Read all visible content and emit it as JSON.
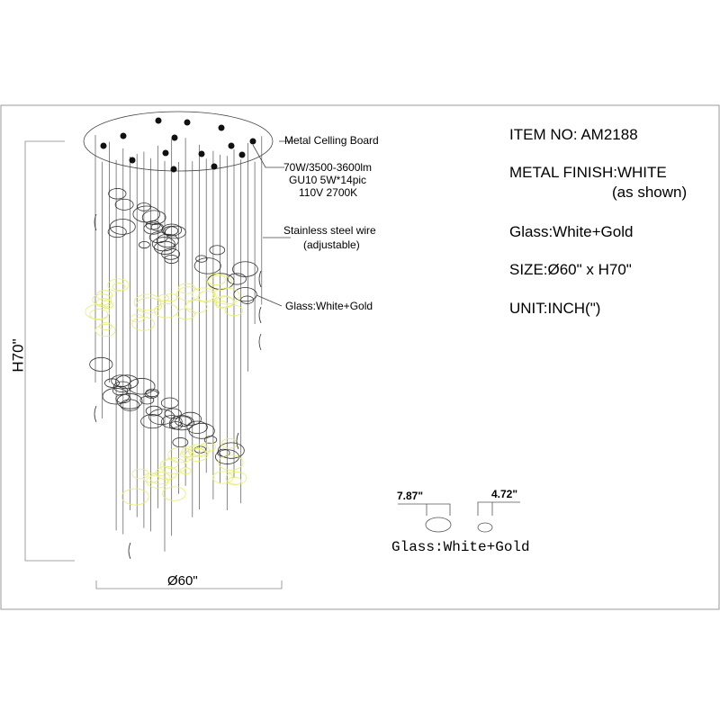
{
  "callouts": {
    "ceiling_board": "Metal Celling Board",
    "power_line1": "70W/3500-3600lm",
    "power_line2": "GU10 5W*14pic",
    "power_line3": "110V 2700K",
    "wire_line1": "Stainless steel wire",
    "wire_line2": "(adjustable)",
    "glass": "Glass:White+Gold"
  },
  "dimensions": {
    "height": "H70\"",
    "diameter": "Ø60\"",
    "large_glass": "7.87\"",
    "small_glass": "4.72\"",
    "glass_caption": "Glass:White+Gold"
  },
  "specs": {
    "item_no": "ITEM NO: AM2188",
    "finish": "METAL FINISH:WHITE",
    "finish_note": "(as shown)",
    "glass": "Glass:White+Gold",
    "size": "SIZE:Ø60\" x H70\"",
    "unit": "UNIT:INCH(\")"
  },
  "colors": {
    "line": "#333333",
    "gold": "#e8ee70",
    "frame": "#888888"
  }
}
